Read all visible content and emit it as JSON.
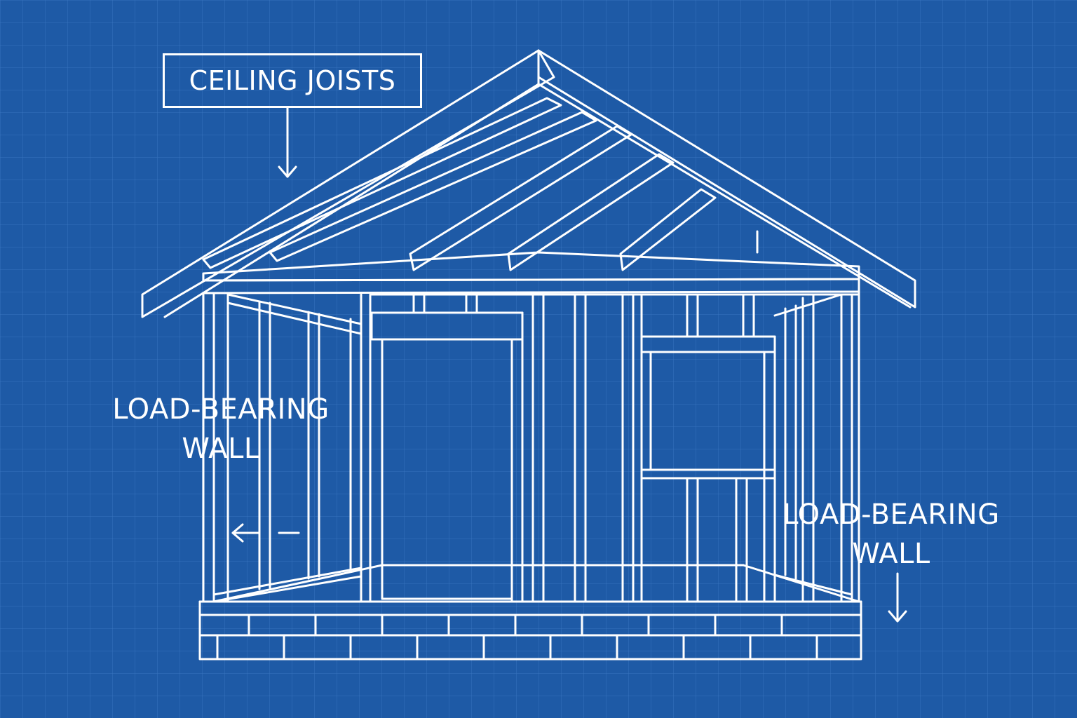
{
  "labels": {
    "ceiling_joists": "CEILING JOISTS",
    "left_wall": {
      "line1": "LOAD-BEARING",
      "line2": "WALL"
    },
    "right_wall": {
      "line1": "LOAD-BEARING",
      "line2": "WALL"
    }
  },
  "colors": {
    "background": "#1e5aa6",
    "grid": "#3f7bc4",
    "lines": "#ffffff"
  }
}
